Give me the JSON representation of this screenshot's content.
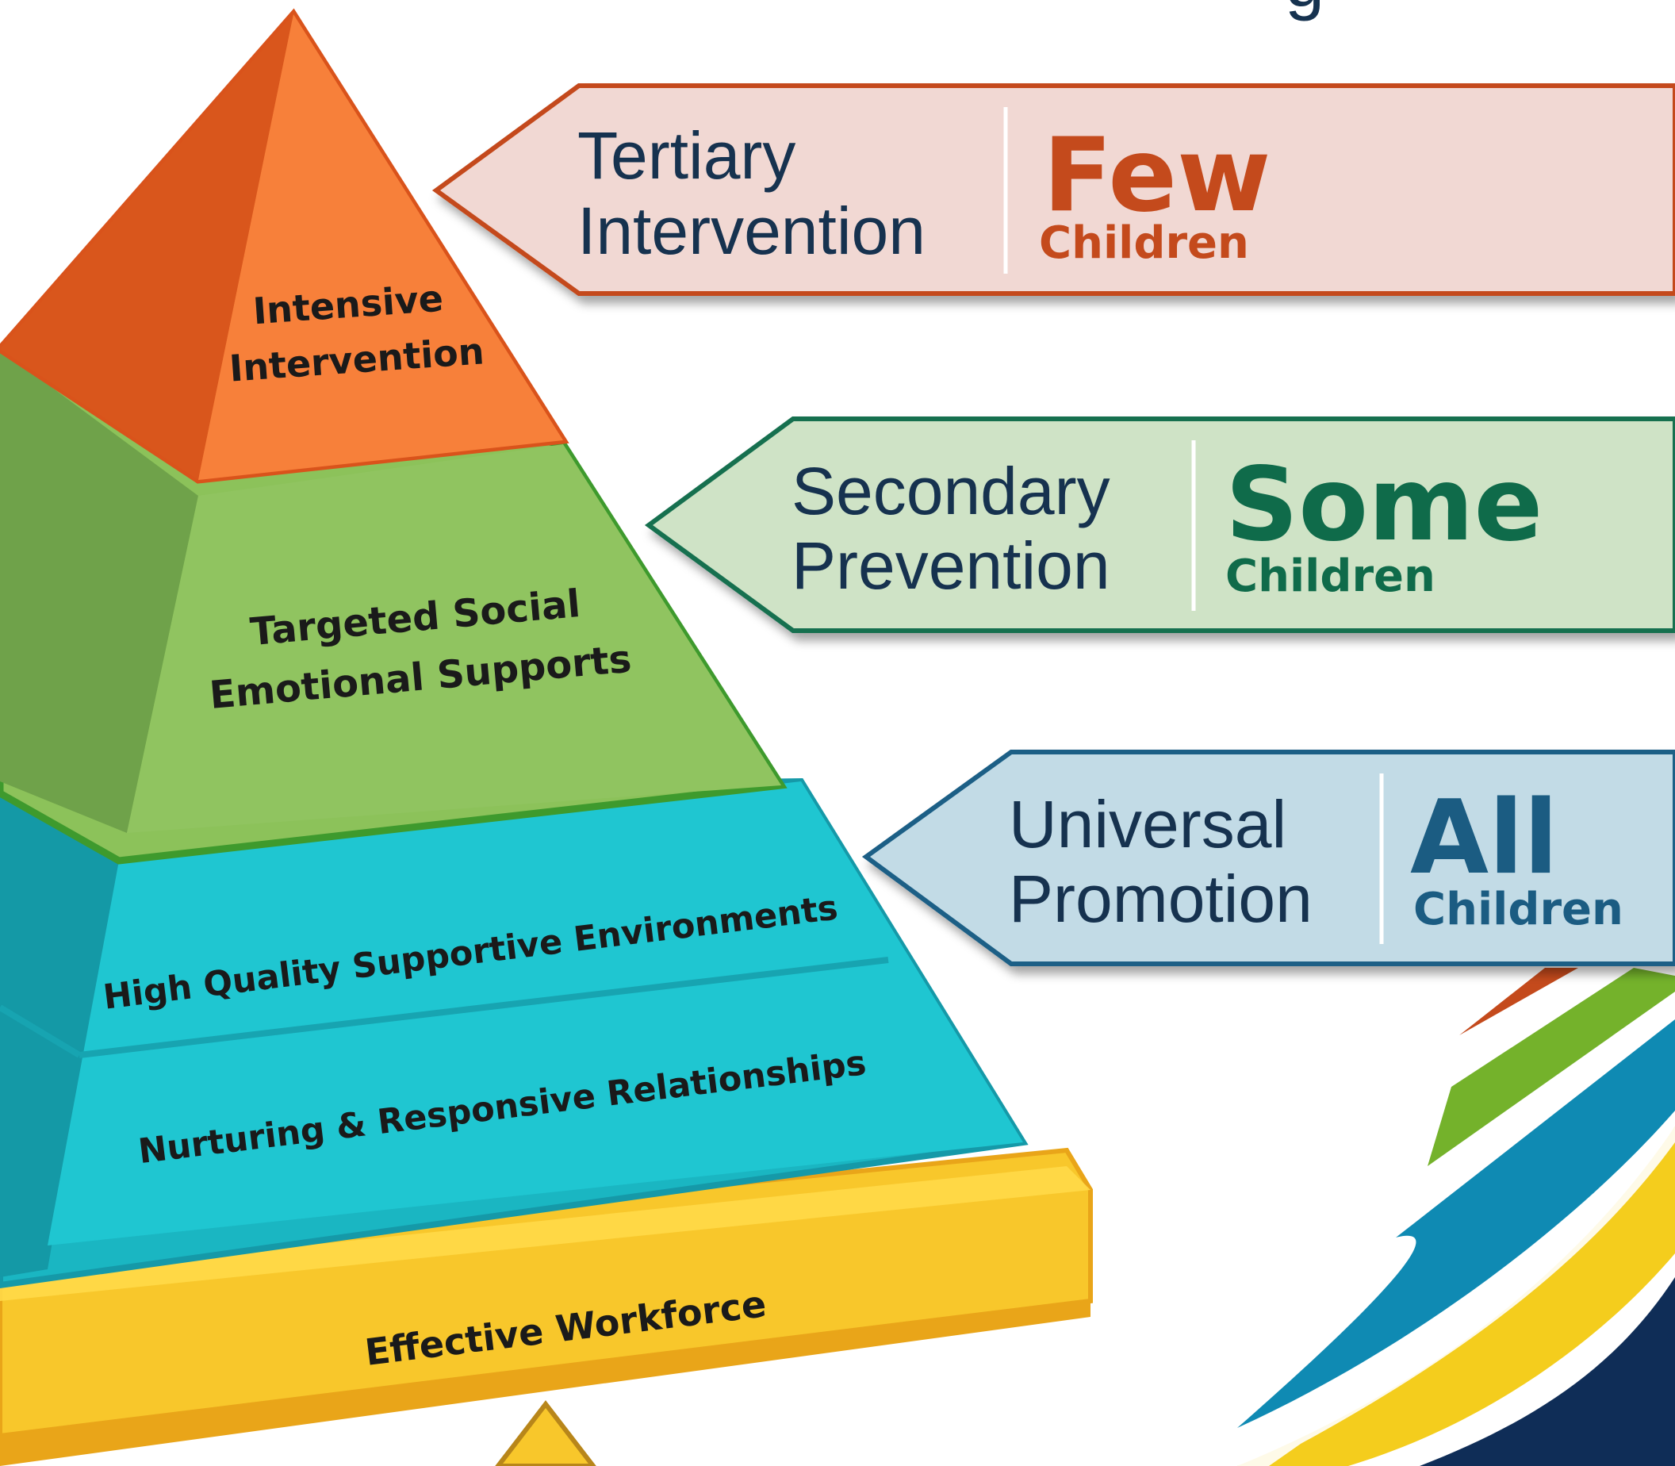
{
  "header": {
    "partial_text": "g"
  },
  "pyramid": {
    "tiers": [
      {
        "id": "intensive",
        "lines": [
          "Intensive",
          "Intervention"
        ]
      },
      {
        "id": "targeted",
        "lines": [
          "Targeted Social",
          "Emotional Supports"
        ]
      },
      {
        "id": "environments",
        "lines": [
          "High Quality Supportive Environments"
        ]
      },
      {
        "id": "relationships",
        "lines": [
          "Nurturing & Responsive Relationships"
        ]
      },
      {
        "id": "workforce",
        "lines": [
          "Effective Workforce"
        ]
      }
    ]
  },
  "banners": [
    {
      "id": "tertiary",
      "lines": [
        "Tertiary",
        "Intervention"
      ],
      "quantity": "Few",
      "unit": "Children",
      "fill": "#f1d8d3",
      "border": "#c44a1c",
      "text_color": "#16324f",
      "accent_color": "#c44a1c"
    },
    {
      "id": "secondary",
      "lines": [
        "Secondary",
        "Prevention"
      ],
      "quantity": "Some",
      "unit": "Children",
      "fill": "#cfe3c6",
      "border": "#16704f",
      "text_color": "#16324f",
      "accent_color": "#0f6b4a"
    },
    {
      "id": "universal",
      "lines": [
        "Universal",
        "Promotion"
      ],
      "quantity": "All",
      "unit": "Children",
      "fill": "#c2dbe6",
      "border": "#1a5f86",
      "text_color": "#16324f",
      "accent_color": "#1b5c82"
    }
  ],
  "colors": {
    "orange": "#f47c36",
    "green": "#8fc25c",
    "teal": "#1fc4cf",
    "yellow": "#f8c72b",
    "navy": "#0f2d57"
  }
}
